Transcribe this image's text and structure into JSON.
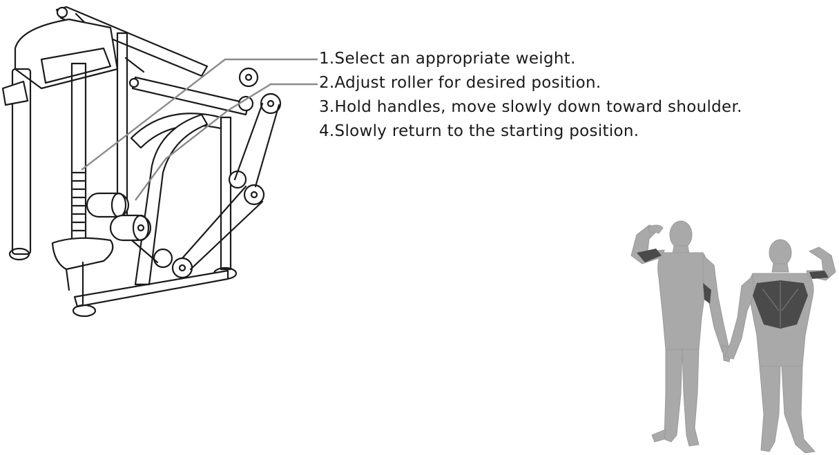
{
  "instructions": [
    "1.Select an appropriate weight.",
    "2.Adjust roller for desired position.",
    "3.Hold handles, move slowly down toward shoulder.",
    "4.Slowly return to the starting position."
  ],
  "colors": {
    "outline": "#1a1a1a",
    "leader": "#8a8a8a",
    "body": "#a9a9a9",
    "muscle_highlight": "#4a4a4a"
  },
  "figures": {
    "machine": "lat-pulldown-machine-illustration",
    "anatomy": "front-and-back-muscle-figures"
  }
}
